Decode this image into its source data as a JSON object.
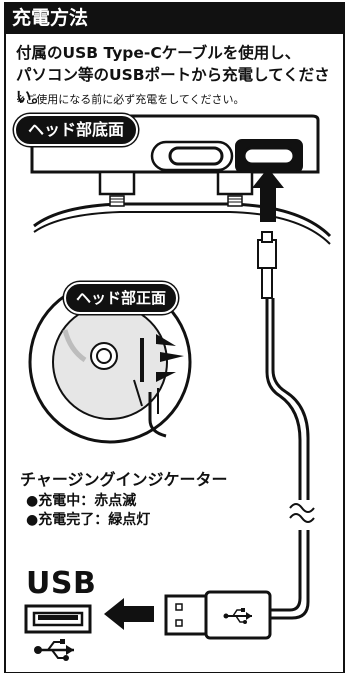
{
  "header": {
    "title": "充電方法"
  },
  "instructions": {
    "text": "付属のUSB Type-Cケーブルを使用し、\nパソコン等のUSBポートから充電してください。",
    "note": "※ご使用になる前に必ず充電をしてください。"
  },
  "labels": {
    "head_bottom": "ヘッド部底面",
    "head_front": "ヘッド部正面"
  },
  "indicator": {
    "title": "チャージングインジケーター",
    "items": [
      "●充電中：赤点滅",
      "●充電完了：緑点灯"
    ]
  },
  "usb": {
    "label": "USB"
  },
  "icons": [
    "usb-type-c-port-icon",
    "up-arrow-icon",
    "power-button-icon",
    "left-arrow-icon",
    "usb-symbol-icon",
    "usb-a-port-icon",
    "usb-a-plug-icon"
  ],
  "colors": {
    "ink": "#111111",
    "paper": "#ffffff",
    "gray": "#d9d9d9"
  }
}
